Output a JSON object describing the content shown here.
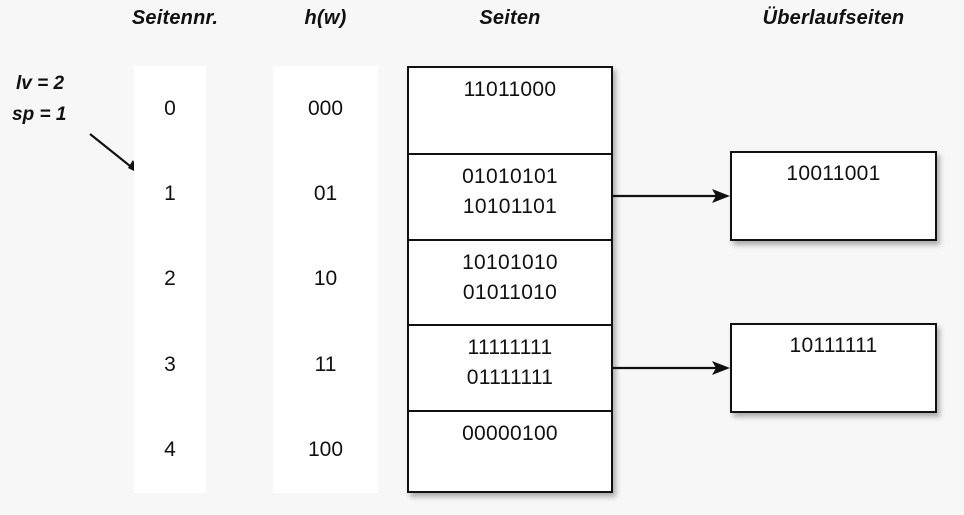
{
  "headers": {
    "seitennr": "Seitennr.",
    "hw": "h(w)",
    "seiten": "Seiten",
    "ueberlaufseiten": "Überlaufseiten"
  },
  "annotations": {
    "lv": "lv = 2",
    "sp": "sp = 1",
    "pointer_icon": "arrow-down-right-icon"
  },
  "colors": {
    "background": "#f7f7f8",
    "panel": "#ffffff",
    "stroke": "#111111",
    "text": "#111111"
  },
  "directory": {
    "page_numbers": [
      "0",
      "1",
      "2",
      "3",
      "4"
    ],
    "hash_values": [
      "000",
      "01",
      "10",
      "11",
      "100"
    ]
  },
  "pages": [
    {
      "page_no": "0",
      "entries": [
        "11011000"
      ]
    },
    {
      "page_no": "1",
      "entries": [
        "01010101",
        "10101101"
      ]
    },
    {
      "page_no": "2",
      "entries": [
        "10101010",
        "01011010"
      ]
    },
    {
      "page_no": "3",
      "entries": [
        "11111111",
        "01111111"
      ]
    },
    {
      "page_no": "4",
      "entries": [
        "00000100"
      ]
    }
  ],
  "overflow_pages": [
    {
      "from_page": "1",
      "entries": [
        "10011001"
      ]
    },
    {
      "from_page": "3",
      "entries": [
        "10111111"
      ]
    }
  ],
  "connectors": [
    {
      "from": "page-cell-1",
      "to": "overflow-box-1",
      "icon": "arrow-right-icon"
    },
    {
      "from": "page-cell-3",
      "to": "overflow-box-2",
      "icon": "arrow-right-icon"
    }
  ]
}
